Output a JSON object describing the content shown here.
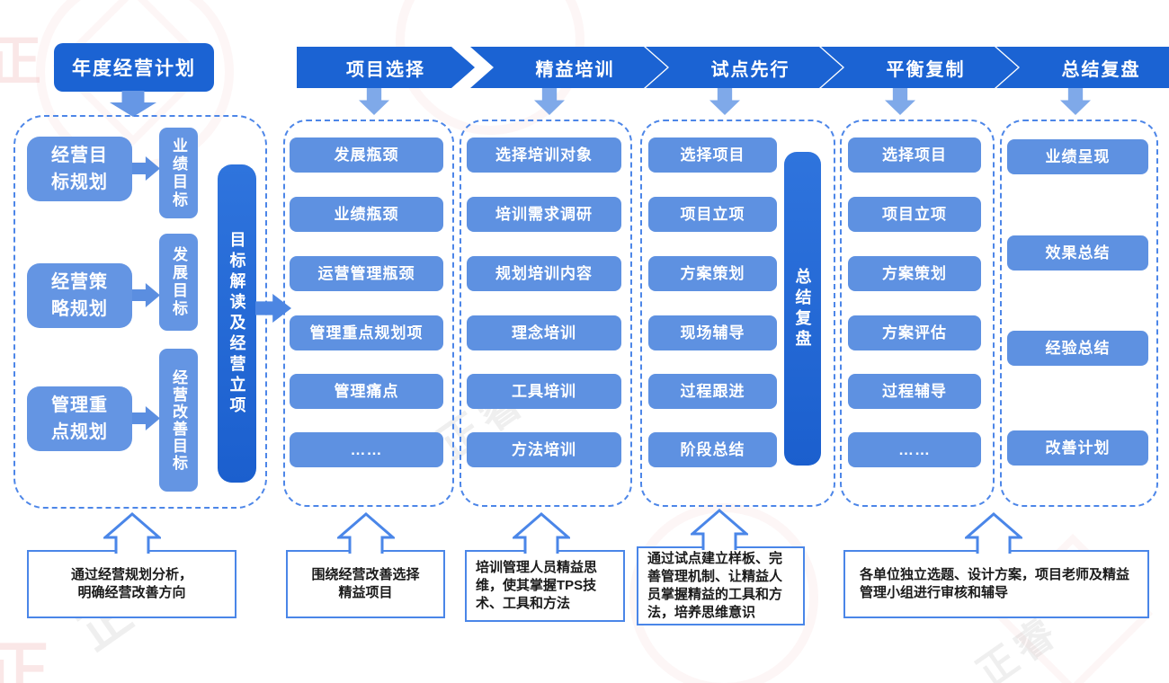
{
  "start": {
    "title": "年度经营计划",
    "note": "通过经营规划分析，\n明确经营改善方向"
  },
  "planning": {
    "rows": [
      {
        "source": "经营目\n标规划",
        "target": "业绩目标"
      },
      {
        "source": "经营策\n略规划",
        "target": "发展目标"
      },
      {
        "source": "管理重\n点规划",
        "target": "经营改善目标"
      }
    ],
    "bar": "目标解读及经营立项"
  },
  "stages": [
    {
      "label": "项目选择",
      "items": [
        "发展瓶颈",
        "业绩瓶颈",
        "运营管理瓶颈",
        "管理重点规划项",
        "管理痛点",
        "……"
      ],
      "note": "围绕经营改善选择\n精益项目"
    },
    {
      "label": "精益培训",
      "items": [
        "选择培训对象",
        "培训需求调研",
        "规划培训内容",
        "理念培训",
        "工具培训",
        "方法培训"
      ],
      "note": "培训管理人员精益思维，使其掌握TPS技术、工具和方法"
    },
    {
      "label": "试点先行",
      "items": [
        "选择项目",
        "项目立项",
        "方案策划",
        "现场辅导",
        "过程跟进",
        "阶段总结"
      ],
      "bar": "总结复盘",
      "note": "通过试点建立样板、完善管理机制、让精益人员掌握精益的工具和方法，培养思维意识"
    },
    {
      "label": "平衡复制",
      "items": [
        "选择项目",
        "项目立项",
        "方案策划",
        "方案评估",
        "过程辅导",
        "……"
      ],
      "note": "各单位独立选题、设计方案，项目老师及精益管理小组进行审核和辅导"
    },
    {
      "label": "总结复盘",
      "items": [
        "业绩呈现",
        "效果总结",
        "经验总结",
        "改善计划"
      ]
    }
  ],
  "watermark": {
    "brand_char": "正",
    "brand_text": "正睿"
  },
  "colors": {
    "dark_blue": "#1b63d3",
    "light_blue": "#5e91e1",
    "pale_arrow_blue": "#7fa9e9",
    "dashed_border": "#4d86e8",
    "note_border": "#4a86e8"
  }
}
